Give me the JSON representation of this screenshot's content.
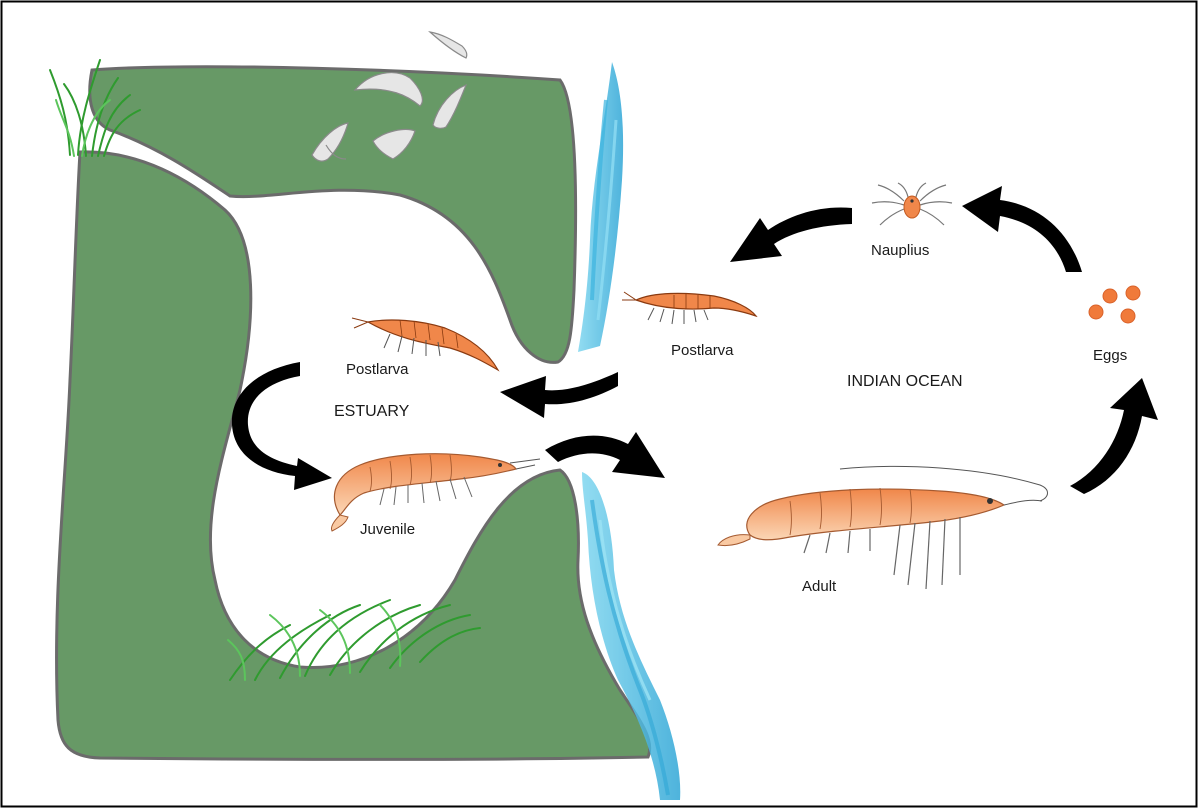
{
  "labels": {
    "nauplius": "Nauplius",
    "eggs": "Eggs",
    "postlarva_ocean": "Postlarva",
    "postlarva_estuary": "Postlarva",
    "estuary": "ESTUARY",
    "ocean": "INDIAN OCEAN",
    "juvenile": "Juvenile",
    "adult": "Adult"
  },
  "colors": {
    "land": "#679966",
    "land_outline": "#6b6b6b",
    "water": "#5bc3e3",
    "shrimp": "#f0874a",
    "shrimp_light": "#f9c9a2",
    "egg": "#f07a3a",
    "arrow": "#000000",
    "grass": "#2f9b2f"
  }
}
